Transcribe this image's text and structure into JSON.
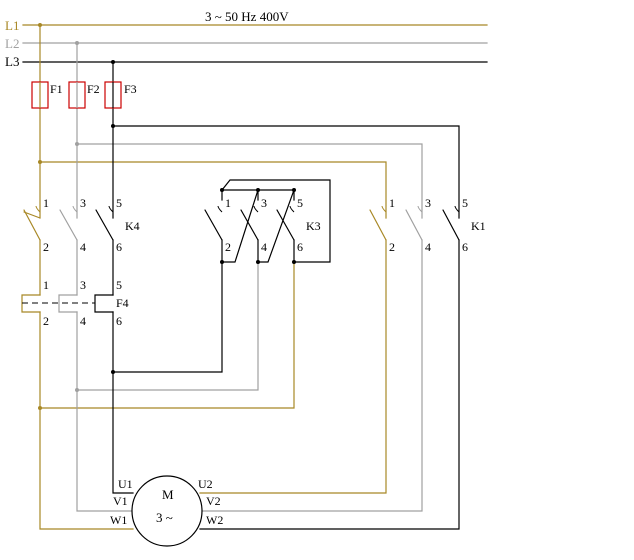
{
  "colors": {
    "L1": "#a88826",
    "L2": "#a0a0a0",
    "L3": "#000000",
    "fuse": "#cc0000",
    "background": "#ffffff"
  },
  "supply": {
    "title": "3 ~ 50 Hz  400V",
    "lines": [
      "L1",
      "L2",
      "L3"
    ]
  },
  "fuses": [
    "F1",
    "F2",
    "F3"
  ],
  "contactors": {
    "K4": {
      "label": "K4",
      "top_terms": [
        "1",
        "3",
        "5"
      ],
      "bottom_terms": [
        "2",
        "4",
        "6"
      ]
    },
    "K3": {
      "label": "K3",
      "top_terms": [
        "1",
        "3",
        "5"
      ],
      "bottom_terms": [
        "2",
        "4",
        "6"
      ]
    },
    "K1": {
      "label": "K1",
      "top_terms": [
        "1",
        "3",
        "5"
      ],
      "bottom_terms": [
        "2",
        "4",
        "6"
      ]
    }
  },
  "overload": {
    "label": "F4",
    "top_terms": [
      "1",
      "3",
      "5"
    ],
    "bottom_terms": [
      "2",
      "4",
      "6"
    ]
  },
  "motor": {
    "name": "M",
    "type": "3 ~",
    "terminals_left": [
      "U1",
      "V1",
      "W1"
    ],
    "terminals_right": [
      "U2",
      "V2",
      "W2"
    ]
  }
}
